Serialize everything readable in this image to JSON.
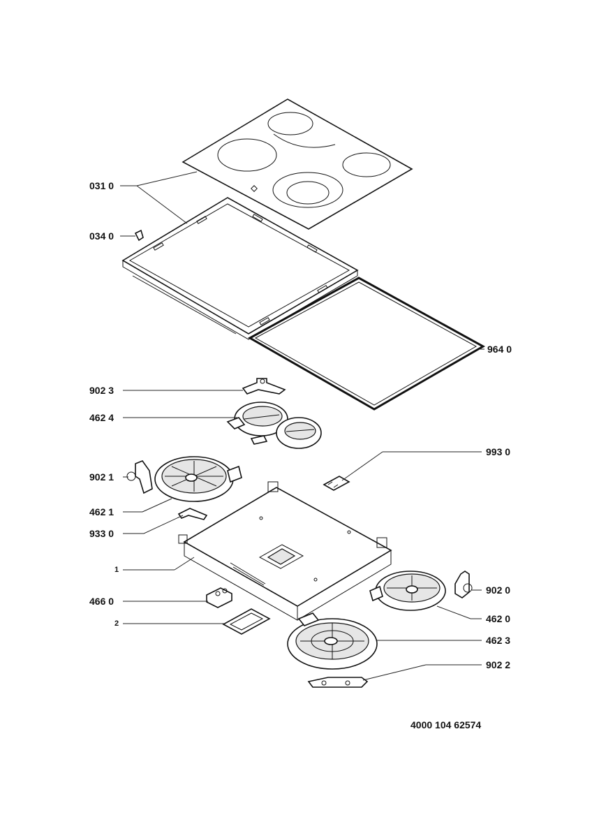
{
  "document_number": "4000 104 62574",
  "callouts": {
    "c031": "031 0",
    "c034": "034 0",
    "c964": "964 0",
    "c9023": "902 3",
    "c4624": "462 4",
    "c9930": "993 0",
    "c9021": "902 1",
    "c4621": "462 1",
    "c9330": "933 0",
    "c1": "1",
    "c4660": "466 0",
    "c2": "2",
    "c9020": "902 0",
    "c4620": "462 0",
    "c4623": "462 3",
    "c9022": "902 2"
  }
}
